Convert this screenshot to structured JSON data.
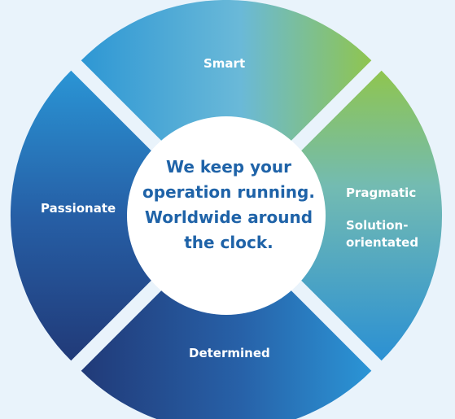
{
  "segments": {
    "top": "Smart",
    "right_primary": "Pragmatic",
    "right_secondary_line1": "Solution-",
    "right_secondary_line2": "orientated",
    "bottom": "Determined",
    "left": "Passionate"
  },
  "center": {
    "line1": "We keep your",
    "line2": "operation running.",
    "line3": "Worldwide around",
    "line4": "the clock."
  },
  "colors": {
    "background": "#e9f3fb",
    "center_text": "#1f63a8",
    "light_blue": "#68b8dd",
    "green": "#8fc54f",
    "mid_blue": "#2a8fd3",
    "navy": "#213a78"
  }
}
